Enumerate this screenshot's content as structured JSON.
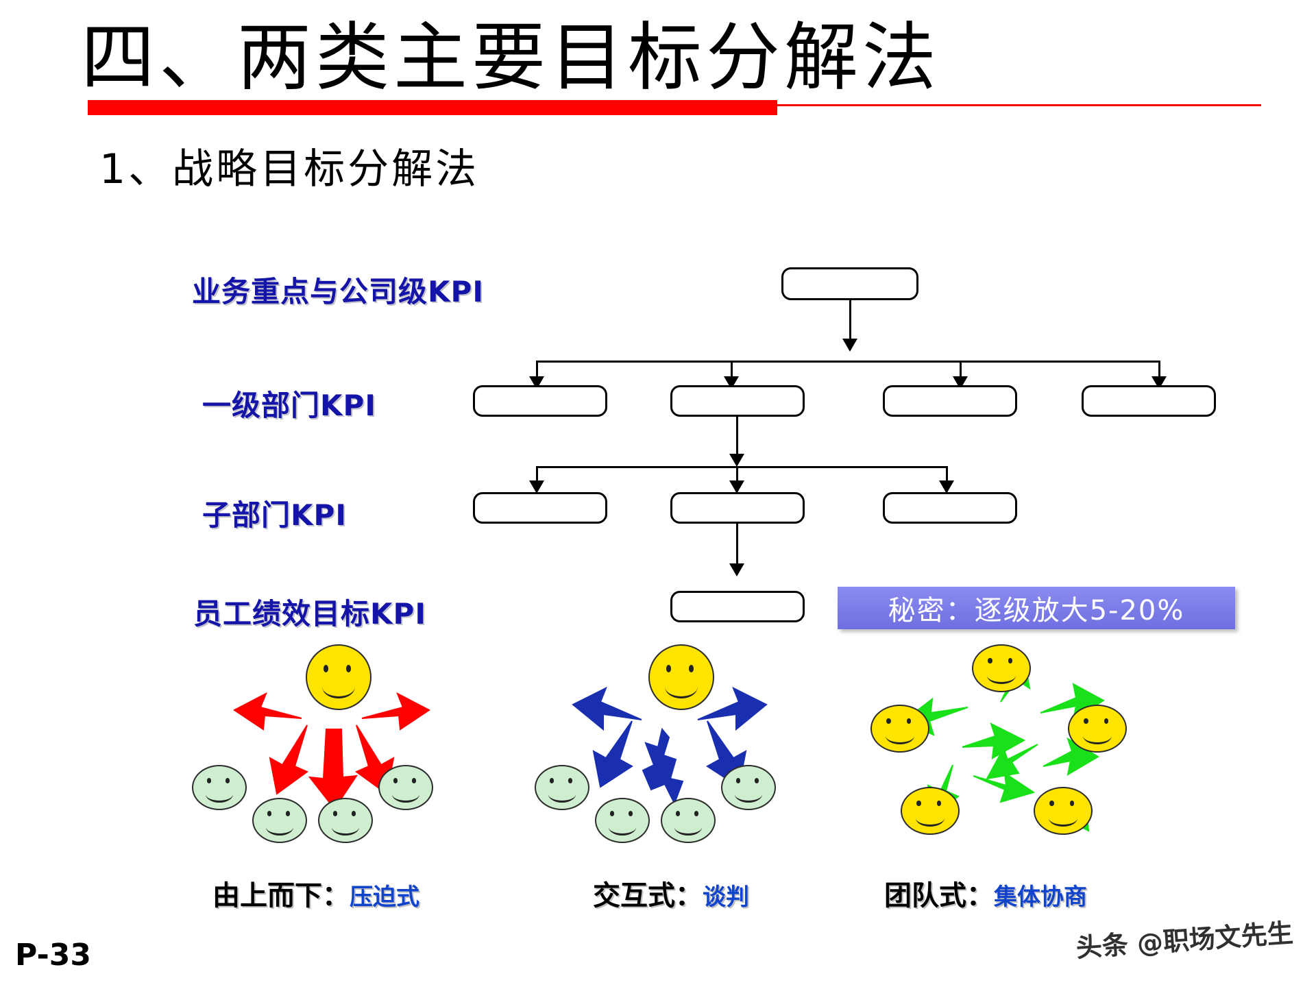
{
  "slide": {
    "title": "四、两类主要目标分解法",
    "subtitle": "1、战略目标分解法",
    "page_number": "P-33",
    "watermark": "头条 @职场文先生",
    "accent_red": "#ff0000",
    "label_blue": "#1414a8",
    "badge_purple": "#7b7bea"
  },
  "hierarchy": {
    "levels": [
      {
        "label": "业务重点与公司级KPI",
        "box_count": 1
      },
      {
        "label": "一级部门KPI",
        "box_count": 4
      },
      {
        "label": "子部门KPI",
        "box_count": 3
      },
      {
        "label": "员工绩效目标KPI",
        "box_count": 1
      }
    ]
  },
  "badge": {
    "text": "秘密：逐级放大5-20%"
  },
  "modes": [
    {
      "name": "由上而下：",
      "highlight": "压迫式",
      "arrow_color": "#ff0000",
      "style": "top-down"
    },
    {
      "name": "交互式：",
      "highlight": "谈判",
      "arrow_color": "#1a2fb0",
      "style": "interactive"
    },
    {
      "name": "团队式：",
      "highlight": "集体协商",
      "arrow_color": "#19e019",
      "style": "team"
    }
  ]
}
